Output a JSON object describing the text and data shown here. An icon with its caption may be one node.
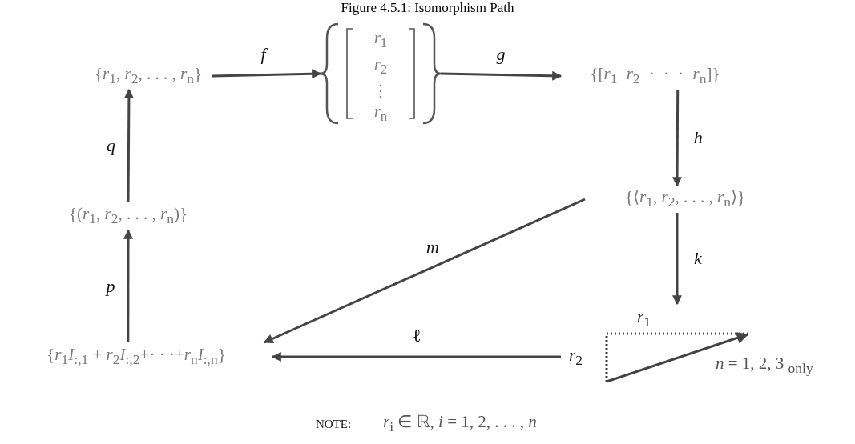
{
  "diagram": {
    "title": "Figure 4.5.1: Isomorphism Path",
    "nodes": [
      {
        "text": [
          "{*r*$_{1}$, *r*$_{2}$, . . . , *r*$_{n}$}"
        ]
      },
      {
        "text": [
          "*r*$_{1}$",
          "*r*$_{2}$",
          "⋮",
          "*r*$_{n}$"
        ]
      },
      {
        "text": [
          "{[*r*$_{1}$ *r*$_{2}$ · · · *r*$_{n}$]}"
        ]
      },
      {
        "text": [
          "{⟨*r*$_{1}$, *r*$_{2}$, . . . , *r*$_{n}$⟩}"
        ]
      },
      {
        "text": [
          "*r*$_{1}$",
          "*r*$_{2}$"
        ],
        "beside": [
          "*n* = 1, 2, 3 $_{only}$"
        ]
      },
      {
        "text": [
          "{*r*$_{1}$*I*$_{:,1}$ + *r*$_{2}$*I*$_{:,2}$+· · ·+*r*$_{n}$*I*$_{:,n}$}"
        ]
      },
      {
        "text": [
          "{(*r*$_{1}$, *r*$_{2}$, . . . , *r*$_{n}$)}"
        ]
      }
    ],
    "edges": [
      {
        "from": 0,
        "to": 1,
        "arrow": "to",
        "label": "*f*"
      },
      {
        "from": 1,
        "to": 2,
        "arrow": "to",
        "label": "*g*"
      },
      {
        "from": 2,
        "to": 3,
        "arrow": "to",
        "label": "*h*"
      },
      {
        "from": 3,
        "to": 4,
        "arrow": "to",
        "label": "*k*"
      },
      {
        "from": 3,
        "to": 5,
        "arrow": "to",
        "label": "*m*"
      },
      {
        "from": 4,
        "to": 5,
        "arrow": "to",
        "label": "ℓ"
      },
      {
        "from": 5,
        "to": 6,
        "arrow": "to",
        "label": "*p*"
      },
      {
        "from": 6,
        "to": 0,
        "arrow": "to",
        "label": "*q*"
      }
    ],
    "labels": [
      "NOTE:",
      "*r*$_{i}$ ∈ ℝ, *i* = 1, 2, . . . , *n*"
    ]
  }
}
